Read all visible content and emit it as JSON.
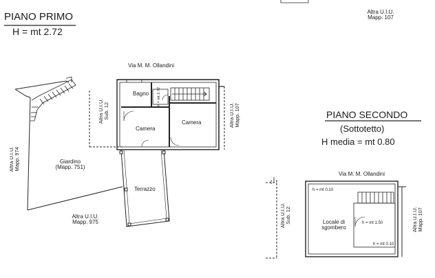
{
  "piano_primo": {
    "title": "PIANO PRIMO",
    "height": "H = mt 2.72",
    "street": "Via M. M. Ollandini",
    "rooms": {
      "bagno": "Bagno",
      "camera_left": "Camera",
      "camera_right": "Camera",
      "terrazzo": "Terrazzo",
      "h_note": "h = mt 2.72"
    },
    "giardino": {
      "line1": "Giardino",
      "line2": "(Mapp. 751)"
    },
    "neighbors": {
      "left": {
        "line1": "Altra U.I.U.",
        "line2": "Mapp. 974"
      },
      "sub12": {
        "line1": "Altra U.I.U.",
        "line2": "Sub. 12"
      },
      "right": {
        "line1": "Altra U.I.U.",
        "line2": "Mapp. 107"
      },
      "bottom": {
        "line1": "Altra U.I.U.",
        "line2": "Mapp. 975"
      },
      "top_right": {
        "line1": "Altra U.I.U.",
        "line2": "Mapp. 107"
      }
    }
  },
  "piano_secondo": {
    "title": "PIANO SECONDO",
    "subtitle": "(Sottotetto)",
    "height": "H media = mt 0.80",
    "street": "Via M. M. Ollandini",
    "room": {
      "line1": "Locale di",
      "line2": "sgombero"
    },
    "heights": {
      "top": "h = mt 0.10",
      "middle": "h = mt 1.50",
      "bottom": "h = mt 0.10"
    },
    "neighbors": {
      "left": {
        "line1": "Altra U.I.U.",
        "line2": "Sub. 12"
      },
      "right": {
        "line1": "Altra U.I.U.",
        "line2": "Mapp. 107"
      }
    }
  }
}
